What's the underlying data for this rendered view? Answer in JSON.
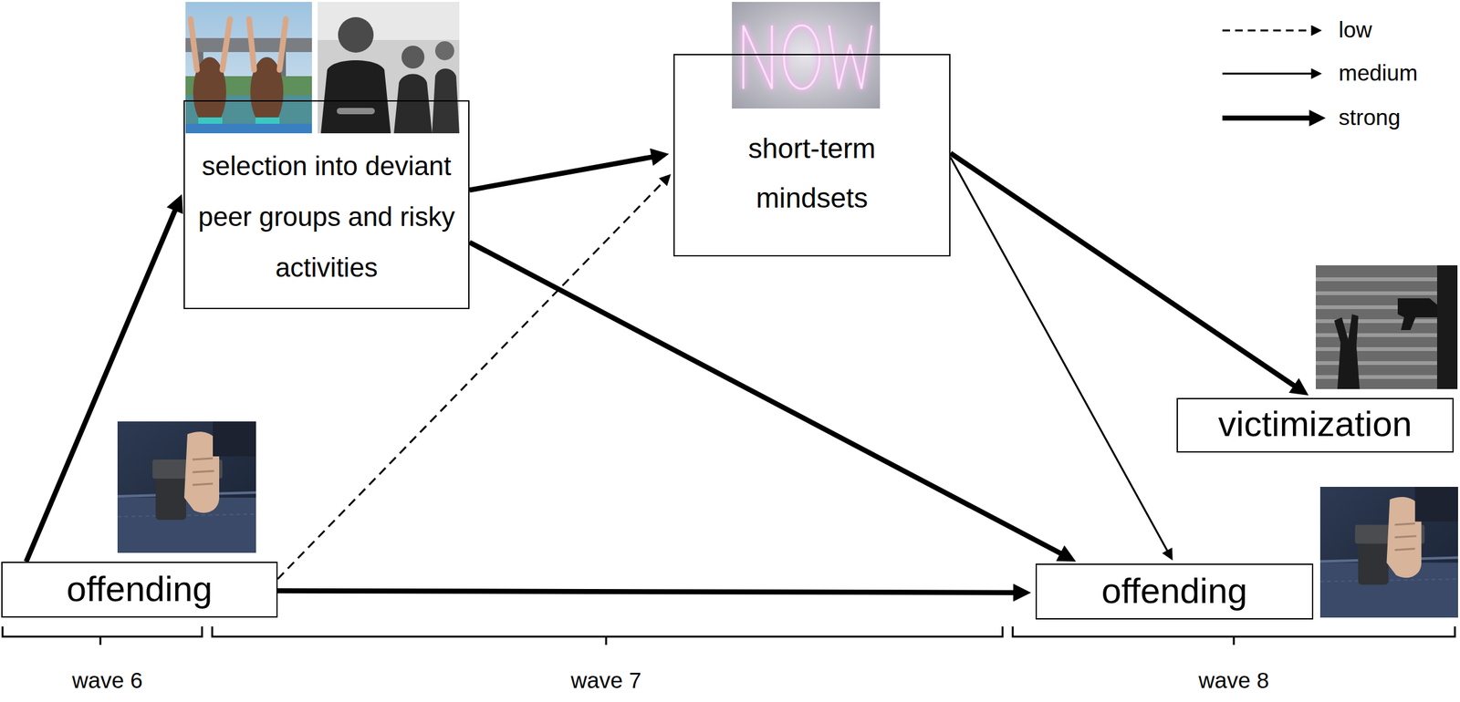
{
  "diagram": {
    "nodes": [
      {
        "text": [
          "selection into deviant peer groups and risky activities"
        ]
      },
      {
        "text": [
          "short-term mindsets"
        ]
      },
      {
        "text": [
          "victimization"
        ]
      },
      {
        "text": [
          "offending"
        ]
      },
      {
        "text": [
          "offending"
        ]
      }
    ],
    "edges": [
      {
        "from": 3,
        "to": 0,
        "arrow": "to"
      },
      {
        "from": 0,
        "to": 1,
        "arrow": "to"
      },
      {
        "from": 3,
        "to": 1,
        "arrow": "to"
      },
      {
        "from": 0,
        "to": 4,
        "arrow": "to"
      },
      {
        "from": 3,
        "to": 4,
        "arrow": "to"
      },
      {
        "from": 1,
        "to": 2,
        "arrow": "to"
      },
      {
        "from": 1,
        "to": 4,
        "arrow": "to"
      }
    ],
    "labels": [
      "wave 6",
      "wave 7",
      "wave 8"
    ],
    "legend": [
      {
        "text": "low"
      },
      {
        "text": "medium"
      },
      {
        "text": "strong"
      }
    ]
  }
}
